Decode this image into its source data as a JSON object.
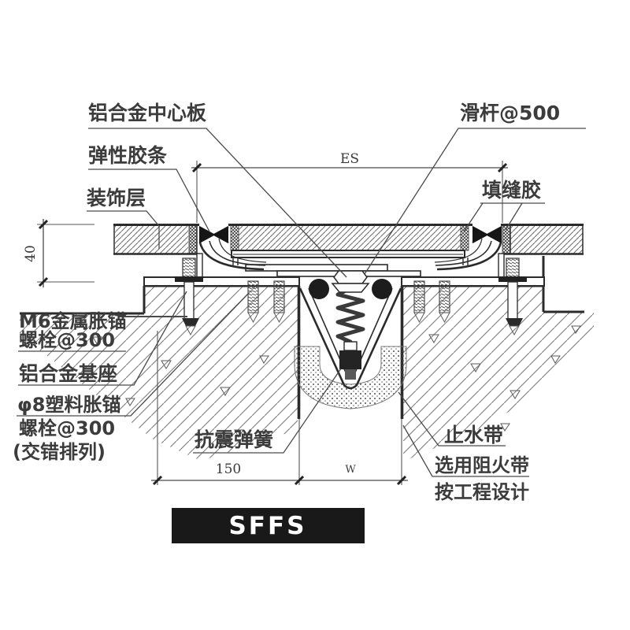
{
  "drawing": {
    "labels": {
      "center_plate": "铝合金中心板",
      "elastic_strip": "弹性胶条",
      "decorative_layer": "装饰层",
      "slide_rod": "滑杆@500",
      "joint_sealant": "填缝胶",
      "m6_anchor_line1": "M6金属胀锚",
      "m6_anchor_line2": "螺栓@300",
      "aluminum_base": "铝合金基座",
      "plastic_anchor_line1": "φ8塑料胀锚",
      "plastic_anchor_line2": "螺栓@300",
      "plastic_anchor_line3": "(交错排列)",
      "seismic_spring": "抗震弹簧",
      "waterstop": "止水带",
      "fire_barrier_line1": "选用阻火带",
      "fire_barrier_line2": "按工程设计"
    },
    "dimensions": {
      "top_span": "ES",
      "left_height": "40",
      "bottom_left": "150",
      "bottom_joint": "W"
    },
    "title": "SFFS",
    "colors": {
      "line": "#2b2b2b",
      "fill_black": "#191919",
      "background": "#ffffff"
    }
  }
}
